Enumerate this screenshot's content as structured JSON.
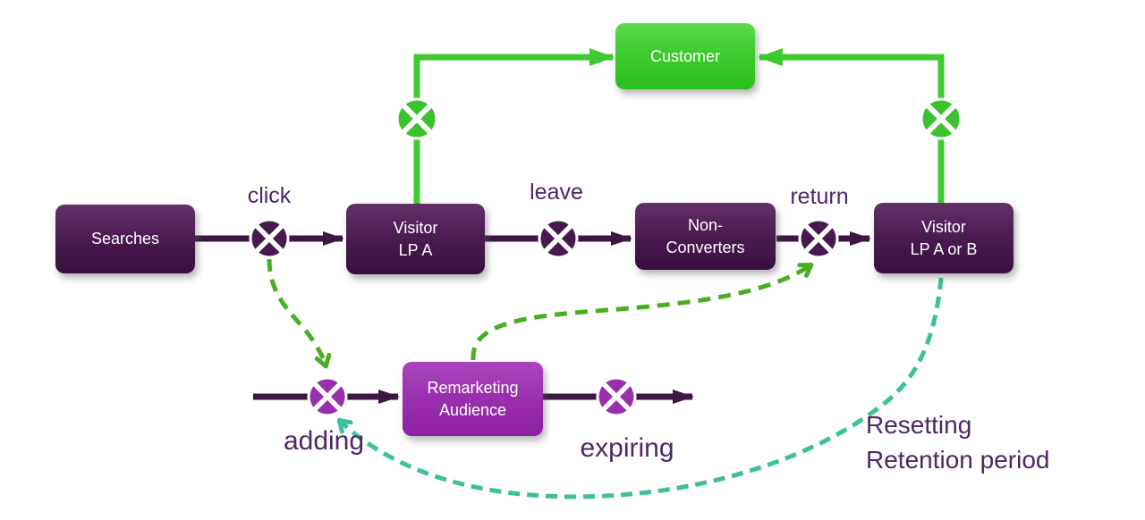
{
  "nodes": {
    "searches": {
      "label": "Searches"
    },
    "visitor_lp_a": {
      "label": "Visitor\nLP A"
    },
    "non_converters": {
      "label": "Non-\nConverters"
    },
    "visitor_lp_a_or_b": {
      "label": "Visitor\nLP A or B"
    },
    "customer": {
      "label": "Customer"
    },
    "remarketing_audience": {
      "label": "Remarketing\nAudience"
    }
  },
  "edge_labels": {
    "click": "click",
    "leave": "leave",
    "return": "return",
    "adding": "adding",
    "expiring": "expiring",
    "resetting": "Resetting\nRetention period"
  },
  "icons": {
    "junction": "crossed-circle-icon",
    "arrow": "arrowhead-icon"
  },
  "colors": {
    "flow_line": "#3d1644",
    "dark_junction": "#47194f",
    "green_line": "#3ecb2f",
    "green_junction": "#3bc32e",
    "purple_junction": "#9a2fae",
    "dashed_green": "#4aae22",
    "dashed_teal": "#3fbf9f",
    "label_text": "#4d2767"
  }
}
